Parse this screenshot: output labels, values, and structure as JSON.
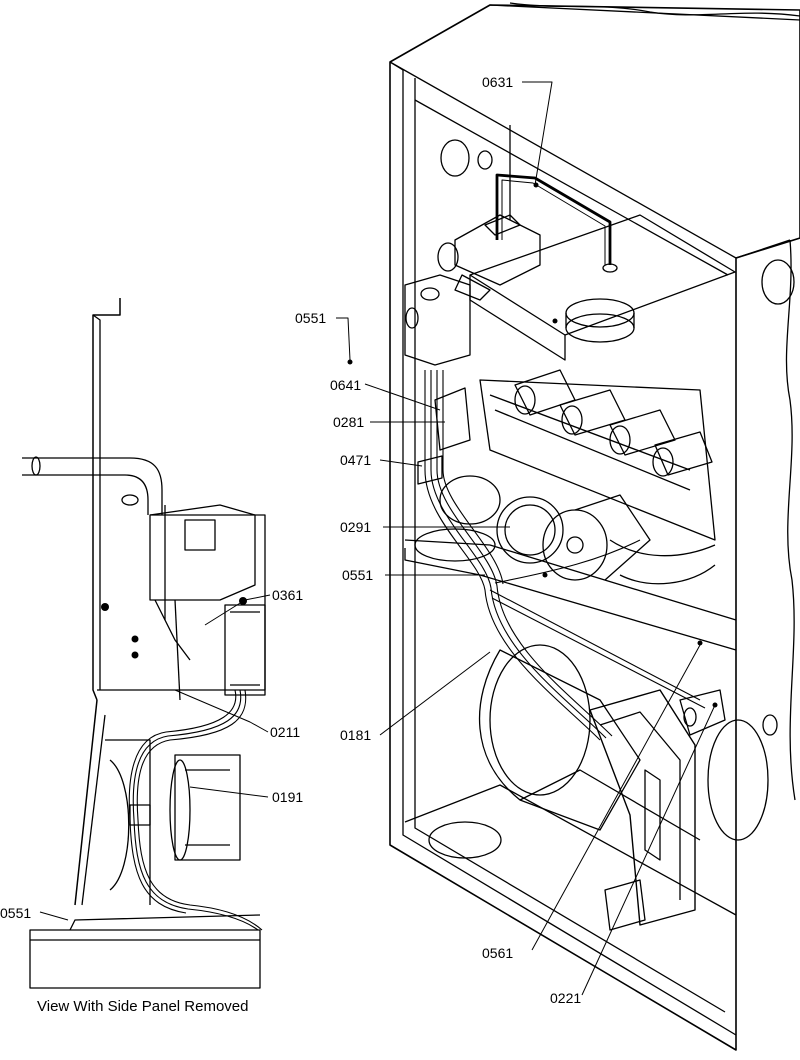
{
  "diagram": {
    "caption": "View With Side Panel Removed",
    "callouts": [
      {
        "id": "c0631",
        "label": "0631"
      },
      {
        "id": "c0551a",
        "label": "0551"
      },
      {
        "id": "c0641",
        "label": "0641"
      },
      {
        "id": "c0281",
        "label": "0281"
      },
      {
        "id": "c0471",
        "label": "0471"
      },
      {
        "id": "c0291",
        "label": "0291"
      },
      {
        "id": "c0551b",
        "label": "0551"
      },
      {
        "id": "c0181",
        "label": "0181"
      },
      {
        "id": "c0561",
        "label": "0561"
      },
      {
        "id": "c0221",
        "label": "0221"
      },
      {
        "id": "c0361",
        "label": "0361"
      },
      {
        "id": "c0211",
        "label": "0211"
      },
      {
        "id": "c0191",
        "label": "0191"
      },
      {
        "id": "c0551c",
        "label": "0551"
      }
    ]
  }
}
